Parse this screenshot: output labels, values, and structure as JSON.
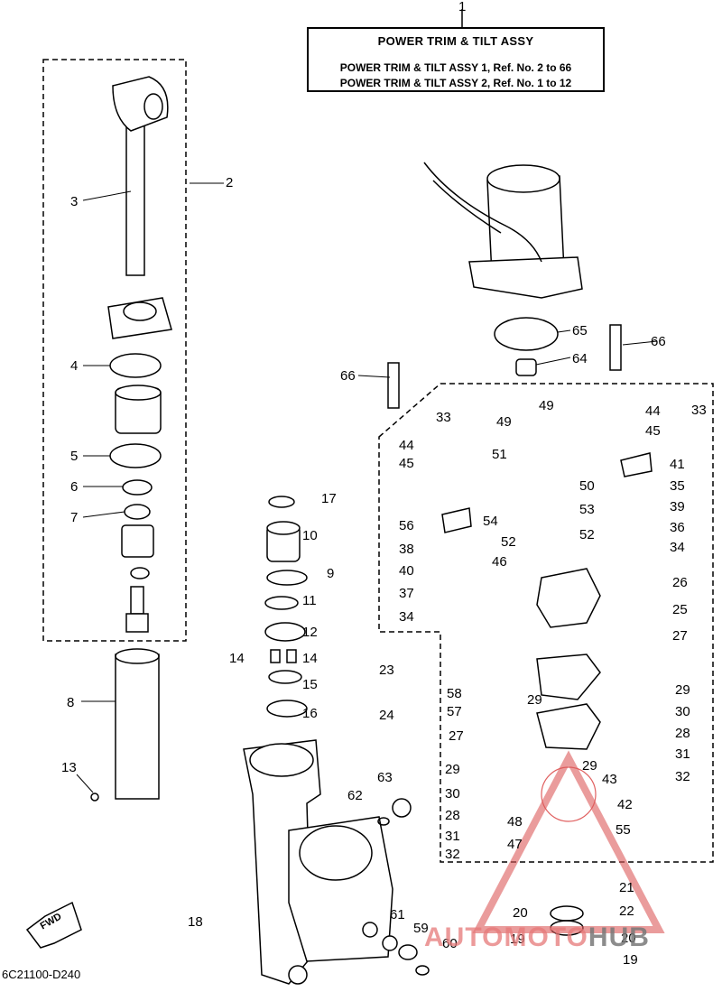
{
  "title_box": {
    "ref": "1",
    "heading": "POWER TRIM & TILT ASSY",
    "line1": "POWER TRIM & TILT ASSY 1, Ref. No. 2 to 66",
    "line2": "POWER TRIM & TILT ASSY 2, Ref. No. 1 to 12"
  },
  "diagram_code": "6C21100-D240",
  "fwd_label": "FWD",
  "watermark": {
    "part1": "AUTOMOTO",
    "part2": "HUB"
  },
  "callouts": [
    "2",
    "3",
    "4",
    "5",
    "6",
    "7",
    "8",
    "9",
    "10",
    "11",
    "12",
    "13",
    "14",
    "14",
    "15",
    "16",
    "17",
    "18",
    "19",
    "19",
    "20",
    "20",
    "21",
    "22",
    "23",
    "24",
    "25",
    "26",
    "27",
    "27",
    "28",
    "28",
    "29",
    "29",
    "29",
    "29",
    "30",
    "30",
    "31",
    "31",
    "32",
    "32",
    "33",
    "33",
    "34",
    "34",
    "35",
    "36",
    "37",
    "38",
    "39",
    "40",
    "41",
    "42",
    "43",
    "44",
    "44",
    "45",
    "45",
    "46",
    "47",
    "48",
    "49",
    "49",
    "50",
    "51",
    "52",
    "52",
    "53",
    "54",
    "55",
    "56",
    "57",
    "58",
    "59",
    "60",
    "61",
    "62",
    "63",
    "64",
    "65",
    "66",
    "66"
  ]
}
